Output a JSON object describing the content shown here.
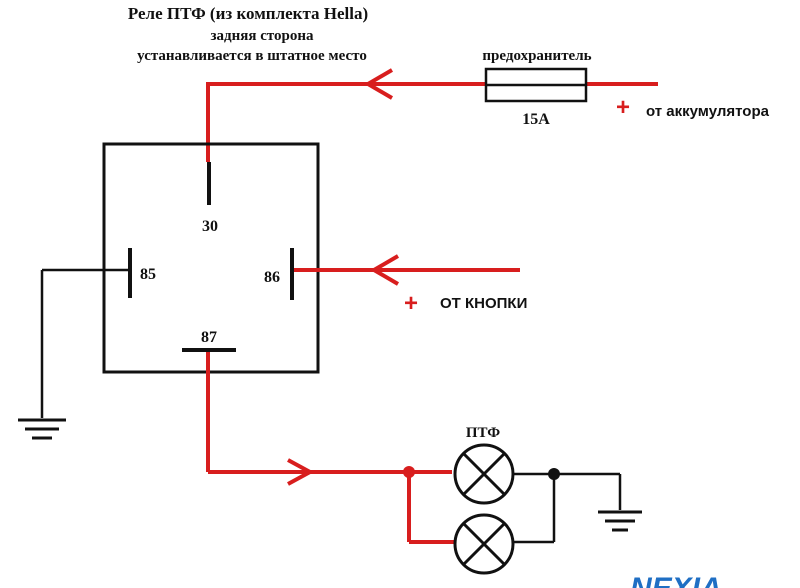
{
  "title": {
    "line1": "Реле ПТФ (из комплекта Hella)",
    "line2": "задняя сторона",
    "line3": "устанавливается  в штатное место"
  },
  "fuse": {
    "label": "предохранитель",
    "rating": "15A"
  },
  "sources": {
    "battery_plus": "+",
    "battery_label": "от аккумулятора",
    "button_plus": "+",
    "button_label": "ОТ КНОПКИ"
  },
  "relay": {
    "pin_30": "30",
    "pin_85": "85",
    "pin_86": "86",
    "pin_87": "87"
  },
  "lamps": {
    "label": "ПТФ"
  },
  "logo": {
    "text": "NEXIA"
  },
  "colors": {
    "wire_power": "#d81e1e",
    "wire_ground": "#111111",
    "logo": "#1f6fc4"
  }
}
